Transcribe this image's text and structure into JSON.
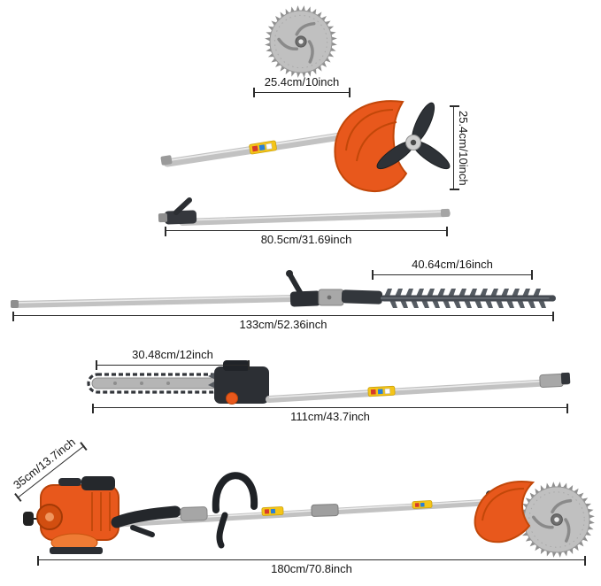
{
  "colors": {
    "accent_orange": "#e8581c",
    "metal_silver": "#c2c2c2",
    "housing_dark": "#2c2f34",
    "dimension_ink": "#2b2b2b"
  },
  "annotations": {
    "blade_diameter": "25.4cm/10inch",
    "cutter_height": "25.4cm/10inch",
    "extension_pole_length": "80.5cm/31.69inch",
    "hedge_blade_length": "40.64cm/16inch",
    "hedge_trimmer_length": "133cm/52.36inch",
    "chainsaw_bar_length": "30.48cm/12inch",
    "pole_saw_length": "111cm/43.7inch",
    "engine_height": "35cm/13.7inch",
    "overall_length": "180cm/70.8inch"
  }
}
